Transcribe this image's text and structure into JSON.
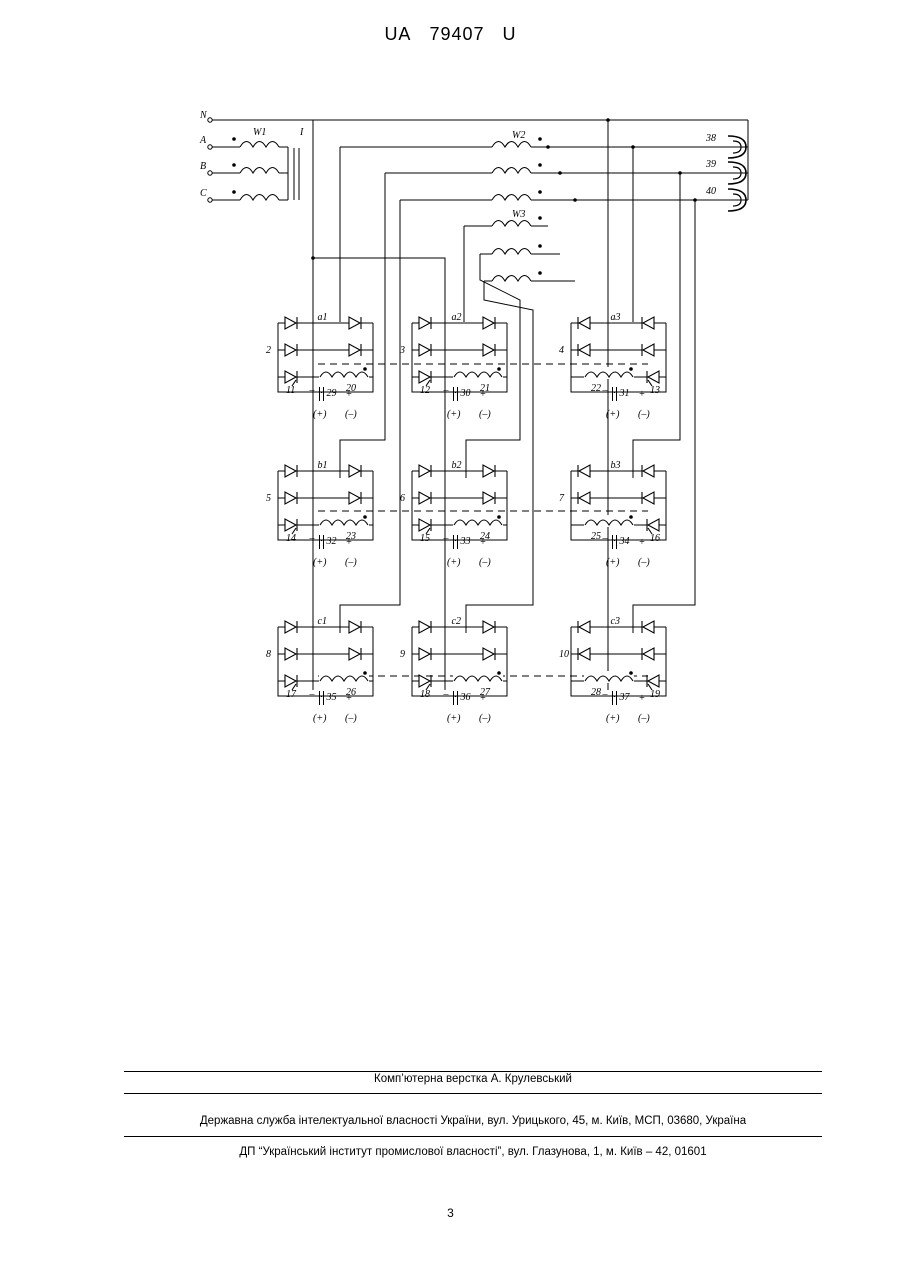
{
  "header": {
    "country": "UA",
    "number": "79407",
    "kind": "U"
  },
  "figure": {
    "neutral_label": "N",
    "phase_labels": [
      "A",
      "B",
      "C"
    ],
    "winding_labels": [
      "W1",
      "W2",
      "W3"
    ],
    "core_label": "I",
    "output_terminals": [
      "38",
      "39",
      "40"
    ],
    "rectifier_units": [
      {
        "phase": "a1",
        "unit": "2",
        "thyristor": "11",
        "inductor": "20",
        "capacitor": "29"
      },
      {
        "phase": "a2",
        "unit": "3",
        "thyristor": "12",
        "inductor": "21",
        "capacitor": "30"
      },
      {
        "phase": "a3",
        "unit": "4",
        "thyristor": "13",
        "inductor": "22",
        "capacitor": "31"
      },
      {
        "phase": "b1",
        "unit": "5",
        "thyristor": "14",
        "inductor": "23",
        "capacitor": "32"
      },
      {
        "phase": "b2",
        "unit": "6",
        "thyristor": "15",
        "inductor": "24",
        "capacitor": "33"
      },
      {
        "phase": "b3",
        "unit": "7",
        "thyristor": "16",
        "inductor": "25",
        "capacitor": "34"
      },
      {
        "phase": "c1",
        "unit": "8",
        "thyristor": "17",
        "inductor": "26",
        "capacitor": "35"
      },
      {
        "phase": "c2",
        "unit": "9",
        "thyristor": "18",
        "inductor": "27",
        "capacitor": "36"
      },
      {
        "phase": "c3",
        "unit": "10",
        "thyristor": "19",
        "inductor": "28",
        "capacitor": "37"
      }
    ],
    "polarity": {
      "minus": "–",
      "plus": "+",
      "alt_plus": "(+)",
      "alt_minus": "(–)"
    }
  },
  "footer": {
    "layout_credit": "Комп’ютерна верстка А. Крулевський",
    "agency": "Державна служба інтелектуальної власності України, вул. Урицького, 45, м. Київ, МСП, 03680, Україна",
    "institute": "ДП “Український інститут промислової власності”, вул. Глазунова, 1, м. Київ – 42, 01601"
  },
  "page_number": "3"
}
